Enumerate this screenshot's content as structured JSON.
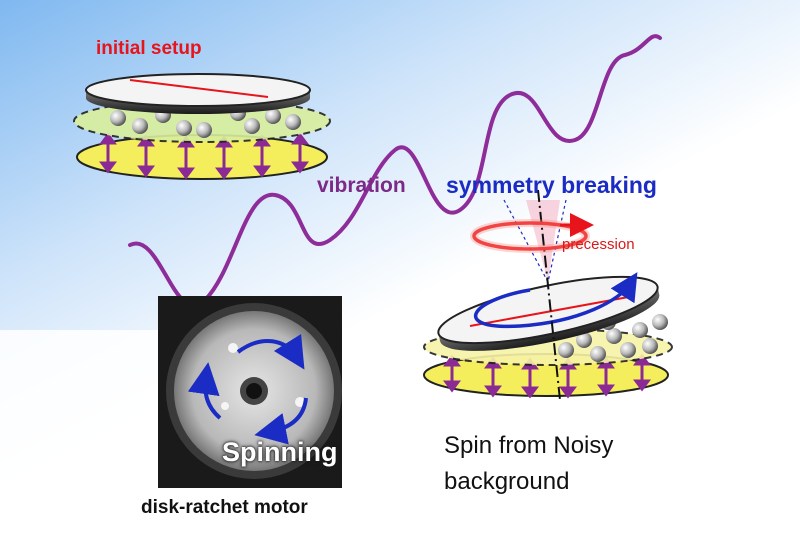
{
  "labels": {
    "initial_setup": "initial setup",
    "vibration": "vibration",
    "symmetry_breaking": "symmetry breaking",
    "precession": "precession",
    "spinning": "Spinning",
    "motor": "disk-ratchet motor",
    "caption_line1": "Spin from Noisy",
    "caption_line2": "background"
  },
  "colors": {
    "vibration_wave": "#8e2d9a",
    "red_accent": "#e8141c",
    "blue_accent": "#1b2cc4",
    "vibration_floor": "#f4ee5c",
    "bead_layer": "#d9ef9c",
    "background_blue": "#7fb8f0",
    "vibration_arrow": "#8b2a95"
  },
  "icons": {
    "wave": "sine-wave",
    "disk": "ratchet-disk",
    "beads": "steel-balls",
    "arrows": "double-headed-arrow",
    "rotation": "circular-arrow",
    "photo": "motor-photograph"
  }
}
